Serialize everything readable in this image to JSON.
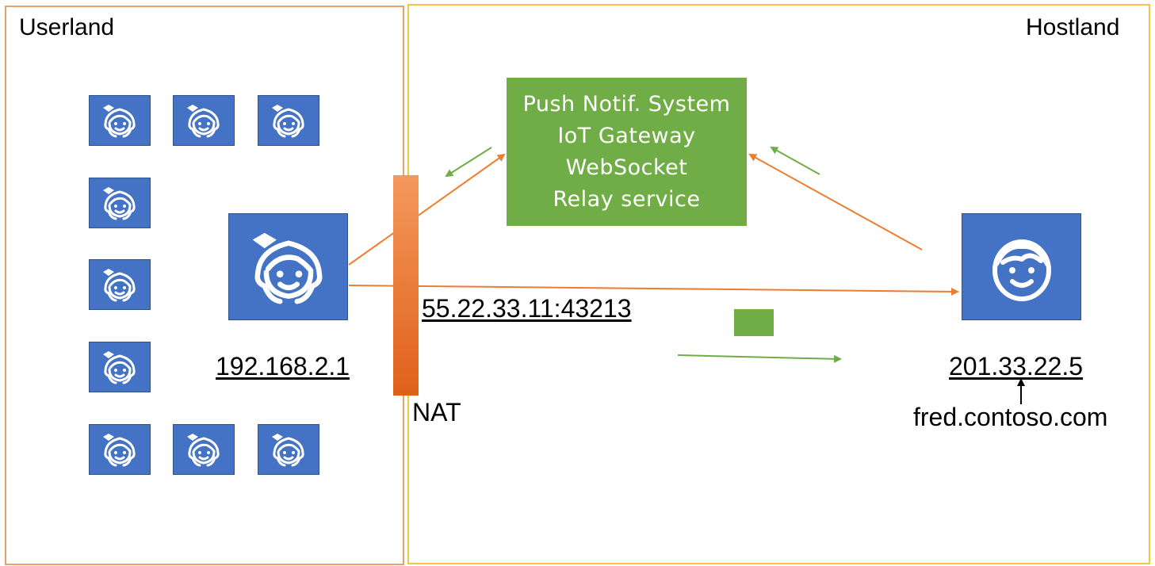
{
  "regions": {
    "userland": "Userland",
    "hostland": "Hostland"
  },
  "service": {
    "lines": [
      "Push Notif. System",
      "IoT Gateway",
      "WebSocket",
      "Relay service"
    ]
  },
  "labels": {
    "client_ip": "192.168.2.1",
    "nat_ip": "55.22.33.11:43213",
    "nat": "NAT",
    "host_ip": "201.33.22.5",
    "host_name": "fred.contoso.com"
  },
  "icons": {
    "client": "girl-icon",
    "host": "boy-icon",
    "crowd": "girl-icon"
  },
  "colors": {
    "tile": "#4472c4",
    "service": "#70ad47",
    "orange_arrow": "#ed7d31",
    "green_arrow": "#70ad47",
    "userland_border": "#e8a06a",
    "hostland_border": "#f5c542"
  }
}
